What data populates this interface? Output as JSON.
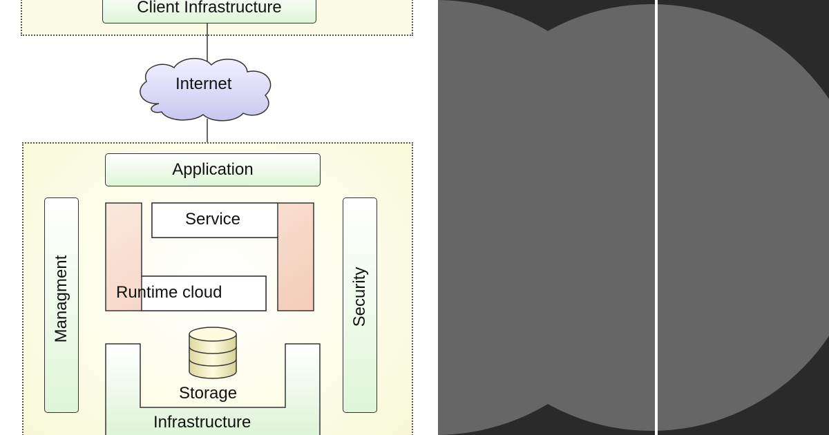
{
  "diagram": {
    "client_infrastructure": "Client Infrastructure",
    "internet": "Internet",
    "application": "Application",
    "management": "Managment",
    "security": "Security",
    "service": "Service",
    "runtime_cloud": "Runtime cloud",
    "storage": "Storage",
    "infrastructure": "Infrastructure"
  },
  "colors": {
    "box_green": "#dff5d8",
    "service_orange": "#f7ddcf",
    "cloud_lavender": "#d8d6f4",
    "zone_yellow": "#fbfbe6",
    "panel_dark": "#2a2a2a",
    "panel_gray": "#666666"
  }
}
